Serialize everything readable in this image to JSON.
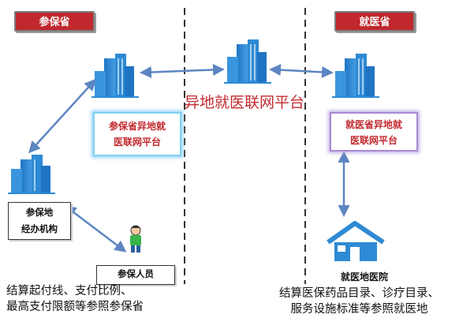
{
  "tags": {
    "left": "参保省",
    "right": "就医省"
  },
  "center_platform": "异地就医联网平台",
  "left_platform": {
    "line1": "参保省异地就",
    "line2": "医联网平台"
  },
  "right_platform": {
    "line1": "就医省异地就",
    "line2": "医联网平台"
  },
  "agency": {
    "line1": "参保地",
    "line2": "经办机构"
  },
  "insured_person": "参保人员",
  "hospital": "就医地医院",
  "notes": {
    "left_line1": "结算起付线、支付比例、",
    "left_line2": "最高支付限额等参照参保省",
    "right_line1": "结算医保药品目录、诊疗目录、",
    "right_line2": "服务设施标准等参照就医地"
  },
  "colors": {
    "tag_red": "#c0282d",
    "building_blue": "#2e8ad4",
    "arrow_blue": "#5d85c2",
    "title_red": "#c22a2f"
  }
}
